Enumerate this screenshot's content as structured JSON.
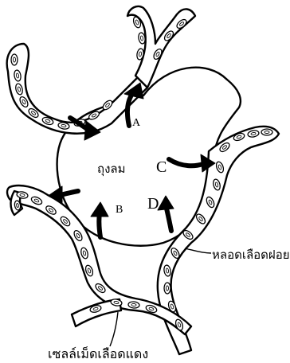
{
  "labels": {
    "alveolus": "ถุงลม",
    "capillary": "หลอดเลือดฝอย",
    "red_blood_cell": "เซลล์เม็ดเลือดแดง",
    "a": "A",
    "b": "B",
    "c": "C",
    "d": "D"
  },
  "colors": {
    "line": "#000000",
    "background": "#ffffff"
  }
}
